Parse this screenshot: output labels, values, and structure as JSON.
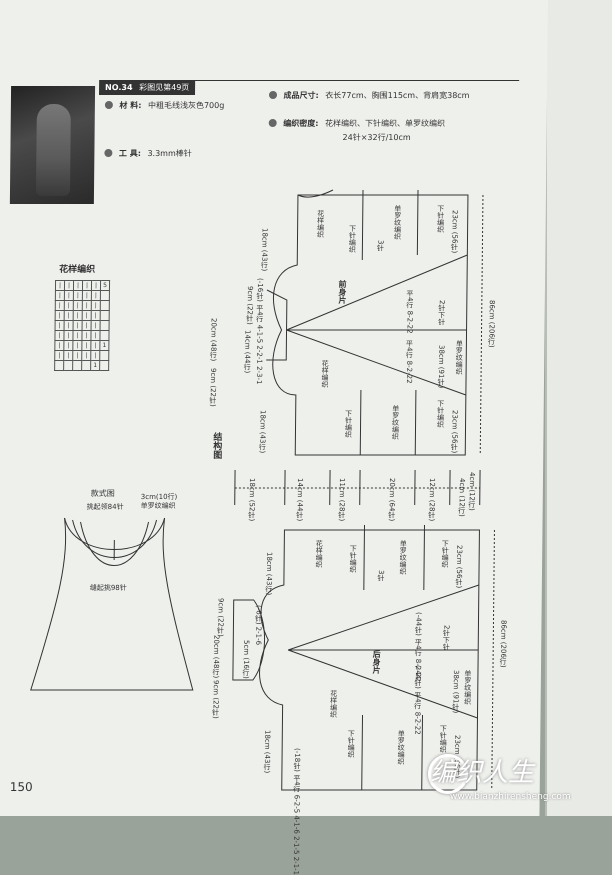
{
  "header": {
    "number": "NO.34",
    "ref": "彩图见第49页",
    "material_label": "材 料:",
    "material_value": "中粗毛线浅灰色700g",
    "tool_label": "工 具:",
    "tool_value": "3.3mm棒针",
    "size_label": "成品尺寸:",
    "size_value": "衣长77cm、胸围115cm、背肩宽38cm",
    "density_label": "编织密度:",
    "density_value": "花样编织、下针编织、单罗纹编织",
    "density_value2": "24针×32行/10cm"
  },
  "stitch_chart": {
    "title": "花样编织",
    "numbers": [
      "5",
      "1",
      "1"
    ]
  },
  "style_diagram": {
    "title": "款式图",
    "neck_label": "3cm(10行)",
    "neck_label2": "单罗纹编织",
    "top_label": "挑起领84针",
    "bottom_label": "缝起挑98针"
  },
  "structure_label": "结构图",
  "front": {
    "name": "前身片",
    "labels": {
      "shoulder": "9cm (22针)",
      "sleeve_h": "18cm (43行)",
      "armhole": "20cm (48行)",
      "neck": "14cm (44行)",
      "neck_dec": "(-16针) 平4行 4-1-5 2-2-1 2-3-1",
      "bottom_w": "9cm (22针)",
      "flower": "花样编织",
      "knit": "下针编织",
      "rib": "单罗纹编织",
      "dec1": "平4行 8-2-22",
      "dec2": "平4行 8-2-22",
      "side_dec": "2针下针",
      "len": "86cm (206行)",
      "w23": "23cm (56针)",
      "w38": "38cm (91针)",
      "n3": "3针",
      "hem": "4cm (12行)"
    }
  },
  "back": {
    "name": "后身片",
    "labels": {
      "shoulder": "9cm (22针)",
      "sleeve_h": "18cm (43行)",
      "armhole": "20cm (48行)",
      "neck": "5cm (16行)",
      "neck_dec": "(-6针) 2-1-6",
      "bottom_w": "9cm (22针)",
      "flower": "花样编织",
      "knit": "下针编织",
      "rib": "单罗纹编织",
      "dec1": "(-44针) 平4行 8-2-22",
      "dec2": "(-44针) 平4行 8-2-22",
      "side_dec": "2针下针",
      "len": "86cm (206行)",
      "w23": "23cm (56针)",
      "w38": "38cm (91针)",
      "n3": "3针",
      "arm_dec": "(-18针) 平4行 6-2-5 4-1-6 2-1-5 2-1-1"
    }
  },
  "middle_scale": [
    "18cm (52针)",
    "14cm (44针)",
    "11cm (28针)",
    "20cm (64针)",
    "12cm (28针)",
    "4cm (12行)"
  ],
  "page_number": "150",
  "watermark": {
    "text": "编织人生",
    "url": "www.bianzhirensheng.com"
  }
}
